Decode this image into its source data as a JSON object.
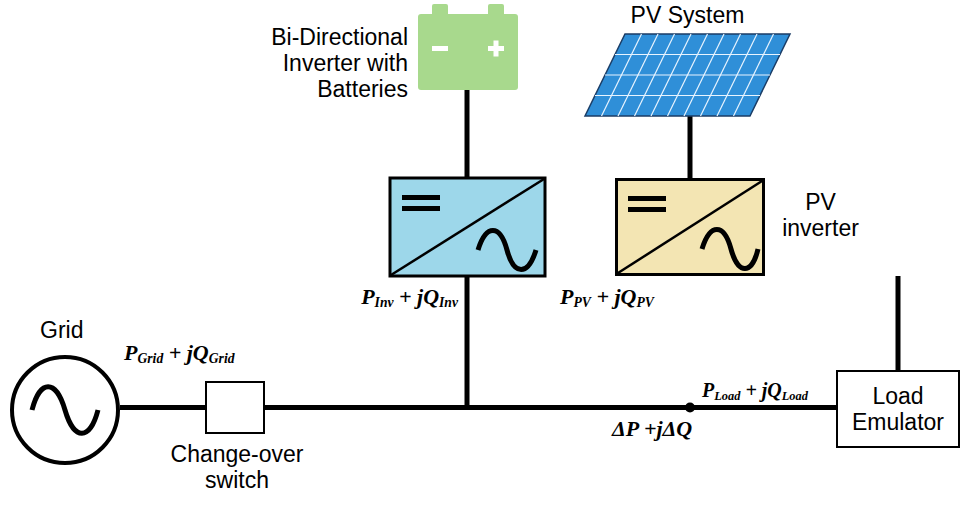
{
  "diagram": {
    "nodes": [
      {
        "text": [
          "Grid"
        ]
      },
      {
        "text": [
          "Change-over switch"
        ]
      },
      {
        "text": [
          "Bi-Directional Inverter with Batteries"
        ]
      },
      {
        "text": [
          "PV System"
        ]
      },
      {
        "text": [
          "PV inverter"
        ]
      },
      {
        "text": [
          "Load Emulator"
        ]
      }
    ],
    "edges": [
      {
        "from": 0,
        "to": 1,
        "arrow": "none"
      },
      {
        "from": 1,
        "to": 5,
        "arrow": "none"
      },
      {
        "from": 3,
        "to": 4,
        "arrow": "none"
      },
      {
        "from": 4,
        "to": 5,
        "arrow": "none"
      }
    ],
    "labels": [
      "PGrid + jQGrid",
      "PInv + jQInv",
      "PPV + jQPV",
      "PLoad + jQLoad",
      "ΔP +jΔQ"
    ]
  }
}
